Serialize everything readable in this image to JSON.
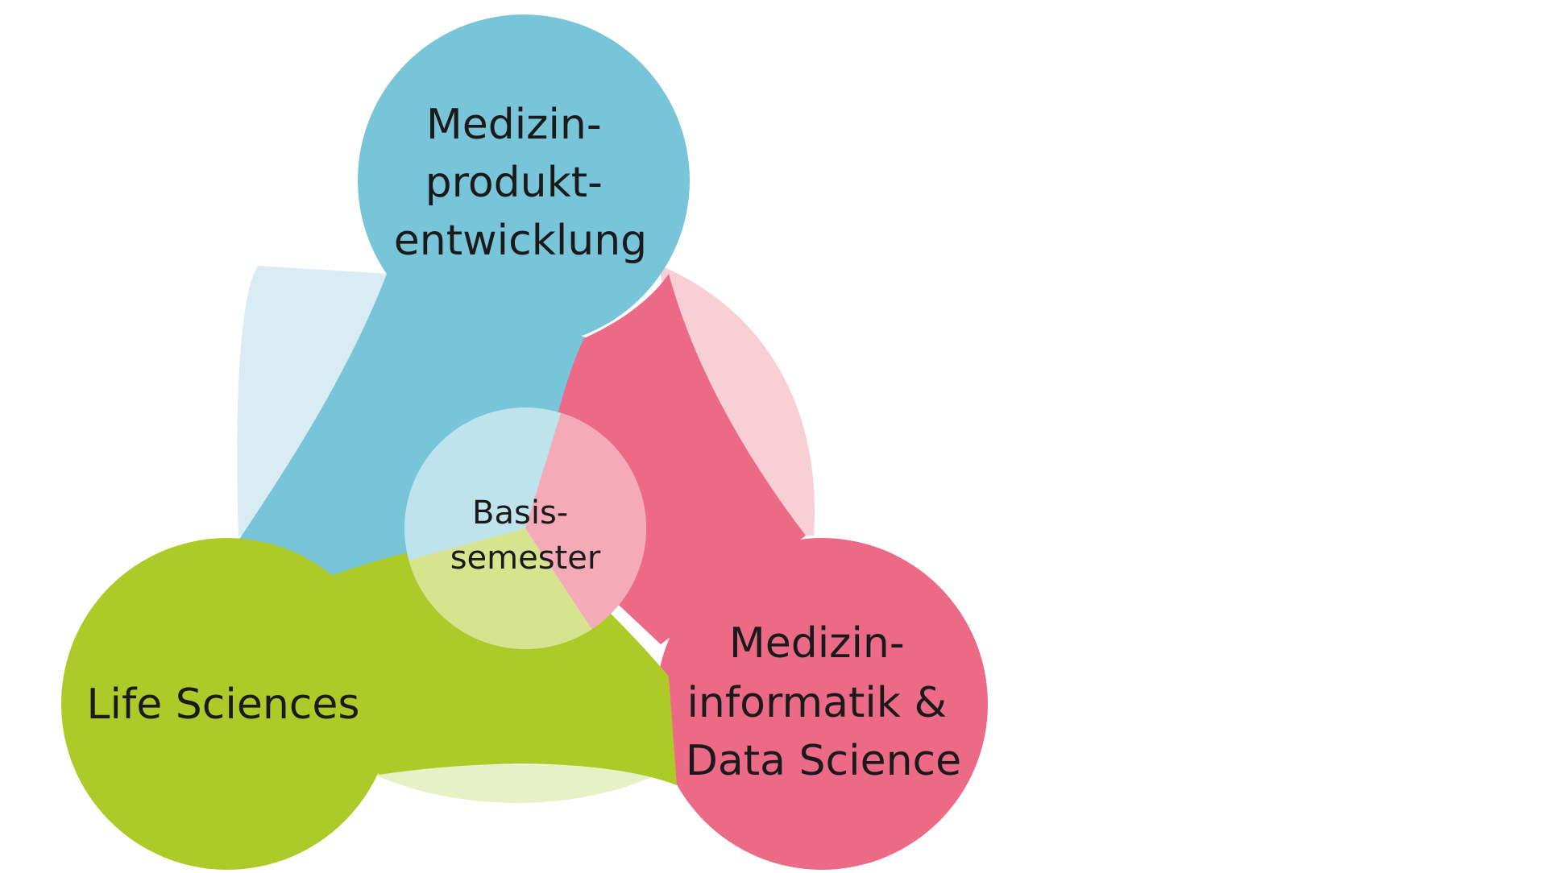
{
  "diagram": {
    "center": {
      "lines": [
        "Basis-",
        "semester"
      ]
    },
    "areas": [
      {
        "id": "medizinproduktentwicklung",
        "lines": [
          "Medizin-",
          "produkt-",
          "entwicklung"
        ],
        "color": "#78C4D9"
      },
      {
        "id": "life-sciences",
        "lines": [
          "Life Sciences"
        ],
        "color": "#AECA29"
      },
      {
        "id": "medizininformatik",
        "lines": [
          "Medizin-",
          "informatik &",
          "Data Science"
        ],
        "color": "#EC6A86"
      }
    ],
    "colors": {
      "blue_light": "#D9ECF3",
      "pink_light": "#F9CFD6",
      "green_light": "#E8F1C6",
      "center_blue": "#BFE3EC",
      "center_pink": "#F5AAB7",
      "center_green": "#D7E48F"
    }
  }
}
